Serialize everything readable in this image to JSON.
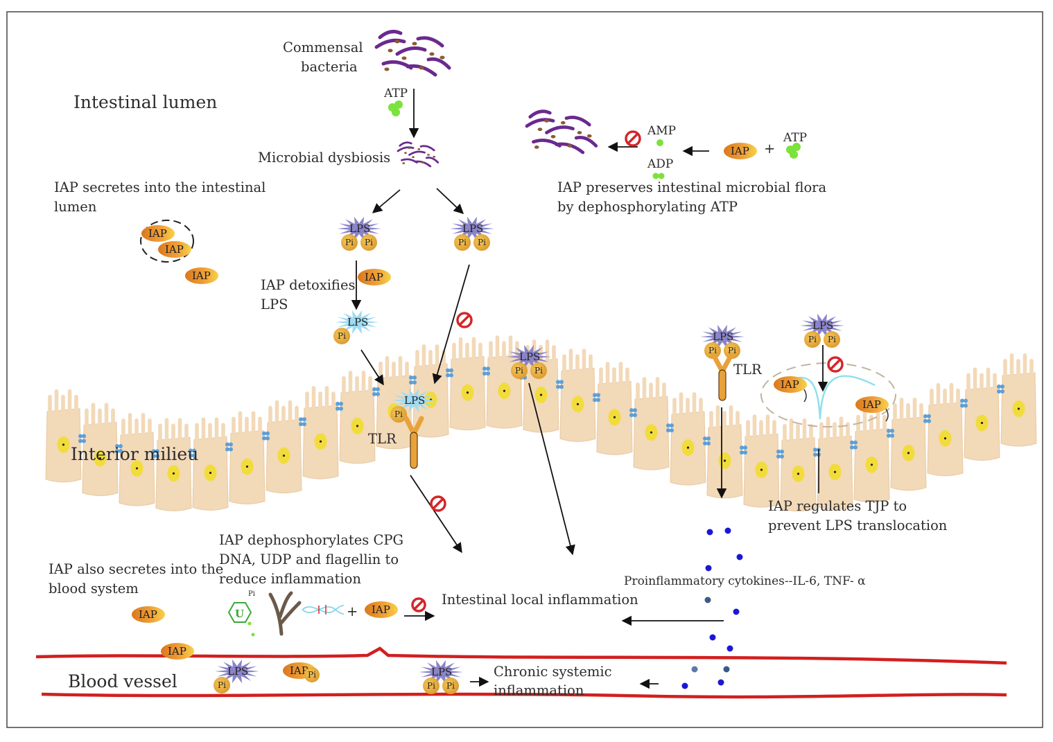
{
  "regions": {
    "lumen": "Intestinal lumen",
    "milieu": "Interior milieu",
    "vessel": "Blood vessel"
  },
  "labels": {
    "commensal_1": "Commensal",
    "commensal_2": "bacteria",
    "atp": "ATP",
    "dysbiosis": "Microbial dysbiosis",
    "secretes_lumen_1": "IAP secretes into the intestinal",
    "secretes_lumen_2": "lumen",
    "detox_1": "IAP detoxifies",
    "detox_2": "LPS",
    "amp": "AMP",
    "adp": "ADP",
    "plus": "+",
    "preserve_1": "IAP preserves intestinal microbial flora",
    "preserve_2": "by dephosphorylating ATP",
    "tlr": "TLR",
    "tjp_1": "IAP  regulates  TJP  to",
    "tjp_2": "prevent LPS translocation",
    "cpg_1": "IAP dephosphorylates CPG",
    "cpg_2": "DNA, UDP and flagellin to",
    "cpg_3": "reduce inflammation",
    "blood_secrete_1": "IAP also secretes into the",
    "blood_secrete_2": "blood system",
    "local_inflammation": "Intestinal local inflammation",
    "cytokines": "Proinflammatory cytokines--IL-6, TNF- α",
    "chronic_1": "Chronic systemic",
    "chronic_2": "inflammation"
  },
  "molecules": {
    "iap": "IAP",
    "lps": "LPS",
    "pi": "Pi",
    "udp": "U"
  },
  "colors": {
    "bacteria": "#6a2a8e",
    "bacteria_dot": "#8a5a2e",
    "lps_spike": "#8a84c8",
    "lps_detox": "#9fdcf2",
    "pi": "#e6aa34",
    "iap": "#e6982e",
    "atp_green": "#7ce23c",
    "cell": "#f2d9b8",
    "nucleus": "#f2dc3c",
    "junction": "#5f9fd6",
    "tlr": "#e8a23a",
    "vessel": "#d21f1f",
    "cytokine": "#1b17d6",
    "block": "#d3262a"
  },
  "icons": [
    "bacteria-cluster",
    "no-entry-icon",
    "arrow",
    "lps-molecule",
    "iap-enzyme",
    "tlr-receptor",
    "dna-icon",
    "flagellin-icon",
    "udp-hexagon-icon"
  ]
}
